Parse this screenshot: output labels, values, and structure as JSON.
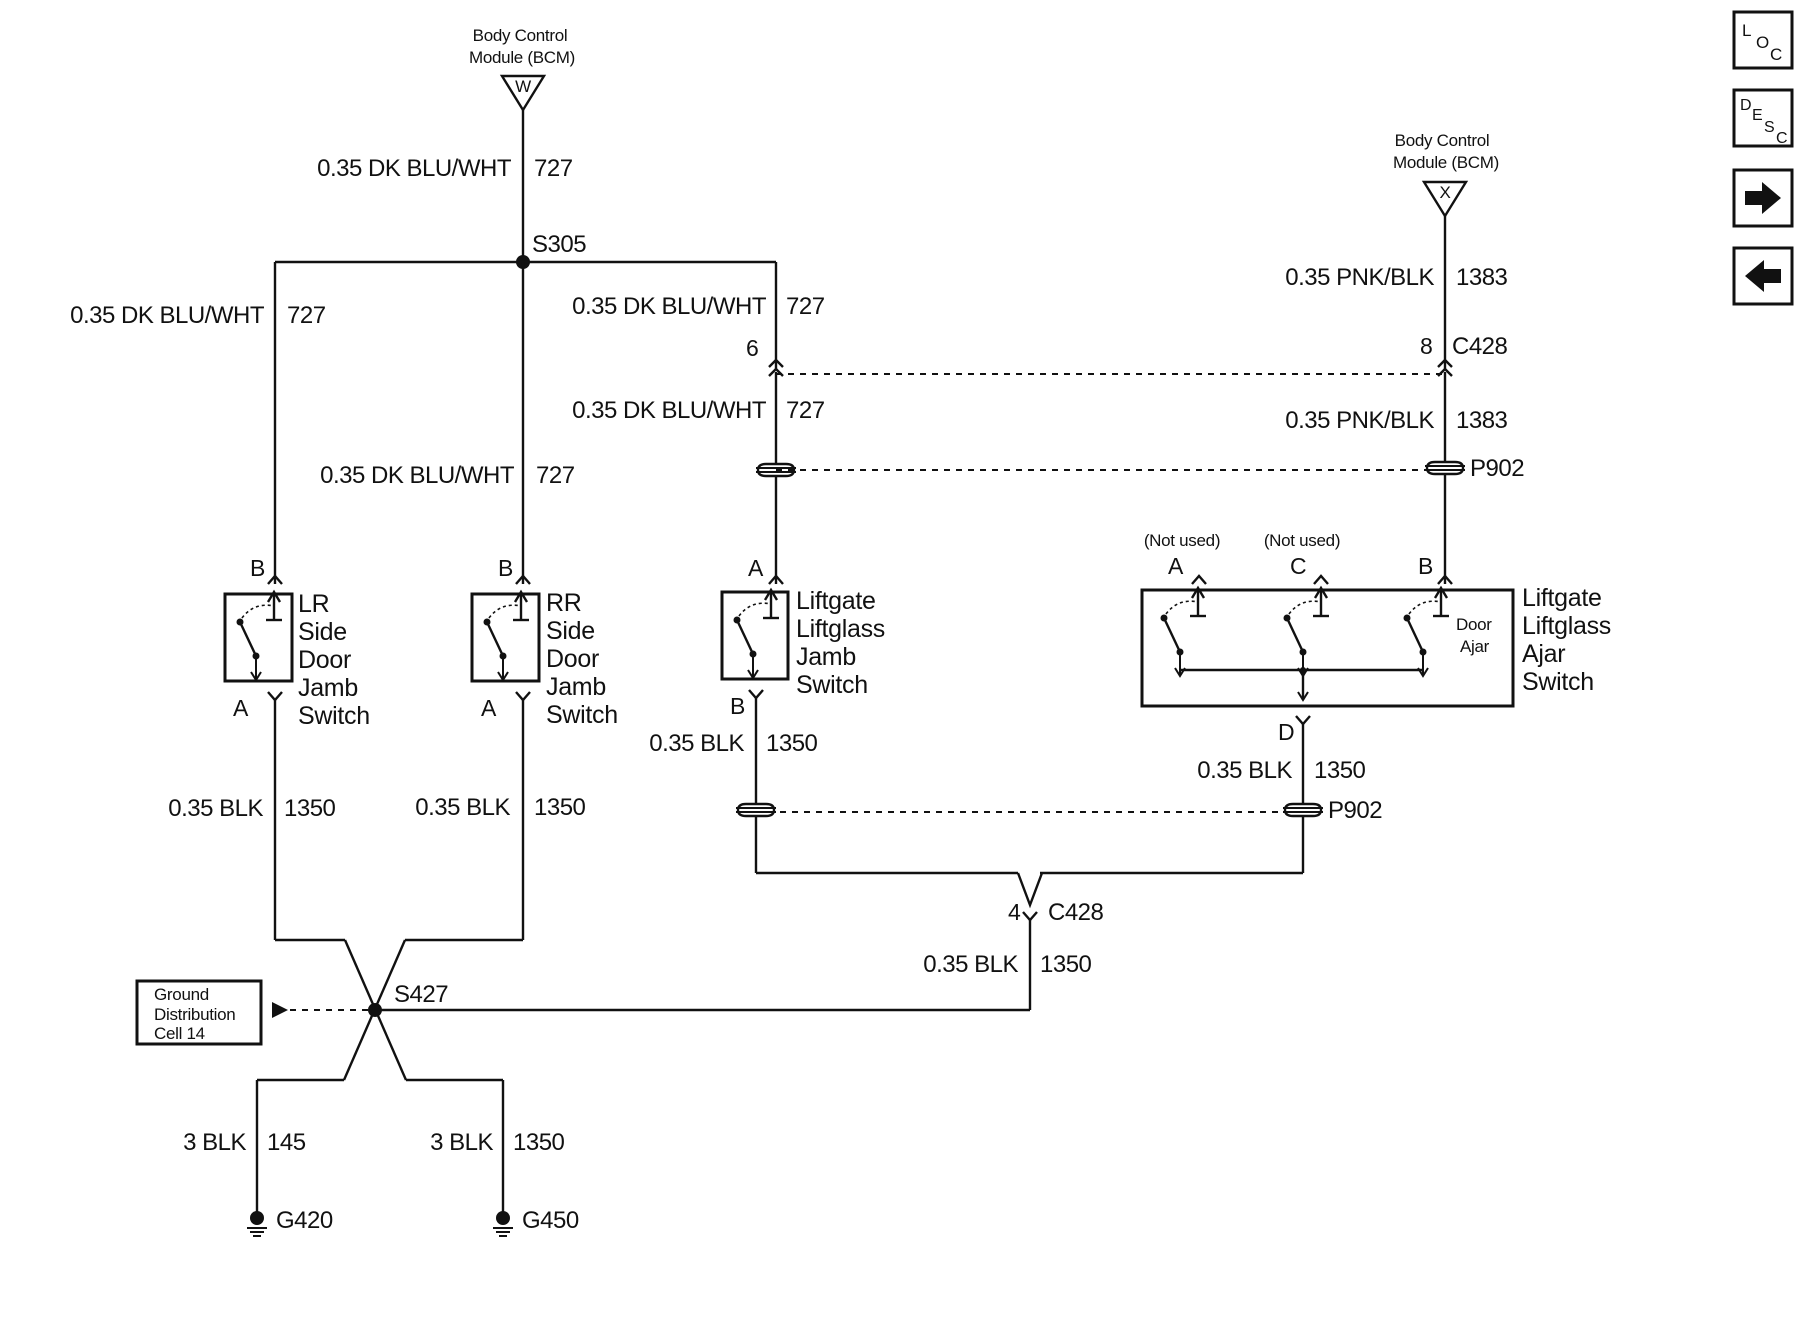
{
  "bcm_w": {
    "line1": "Body Control",
    "line2": "Module (BCM)",
    "letter": "W"
  },
  "bcm_x": {
    "line1": "Body Control",
    "line2": "Module (BCM)",
    "letter": "X"
  },
  "wires": {
    "dkblu_727": {
      "spec": "0.35 DK BLU/WHT",
      "circuit": "727"
    },
    "pnkblk_1383": {
      "spec": "0.35 PNK/BLK",
      "circuit": "1383"
    },
    "blk_1350": {
      "spec": "0.35 BLK",
      "circuit": "1350"
    },
    "blk3_145": {
      "spec": "3 BLK",
      "circuit": "145"
    },
    "blk3_1350": {
      "spec": "3 BLK",
      "circuit": "1350"
    }
  },
  "splices": {
    "s305": "S305",
    "s427": "S427"
  },
  "connectors": {
    "c428": "C428",
    "p902": "P902",
    "c428_pin8": "8",
    "c428_pin6": "6",
    "c428_pin4": "4"
  },
  "pins": {
    "a": "A",
    "b": "B",
    "c": "C",
    "d": "D"
  },
  "switches": {
    "lr": [
      "LR",
      "Side",
      "Door",
      "Jamb",
      "Switch"
    ],
    "rr": [
      "RR",
      "Side",
      "Door",
      "Jamb",
      "Switch"
    ],
    "liftglass_jamb": [
      "Liftgate",
      "Liftglass",
      "Jamb",
      "Switch"
    ],
    "liftglass_ajar": [
      "Liftgate",
      "Liftglass",
      "Ajar",
      "Switch"
    ]
  },
  "not_used": "(Not used)",
  "door_ajar": [
    "Door",
    "Ajar"
  ],
  "ground_ref": [
    "Ground",
    "Distribution",
    "Cell 14"
  ],
  "grounds": {
    "g420": "G420",
    "g450": "G450"
  },
  "nav": {
    "loc": [
      "L",
      "O",
      "C"
    ],
    "desc": [
      "D",
      "E",
      "S",
      "C"
    ],
    "next_icon": "arrow-right-icon",
    "prev_icon": "arrow-left-icon"
  }
}
